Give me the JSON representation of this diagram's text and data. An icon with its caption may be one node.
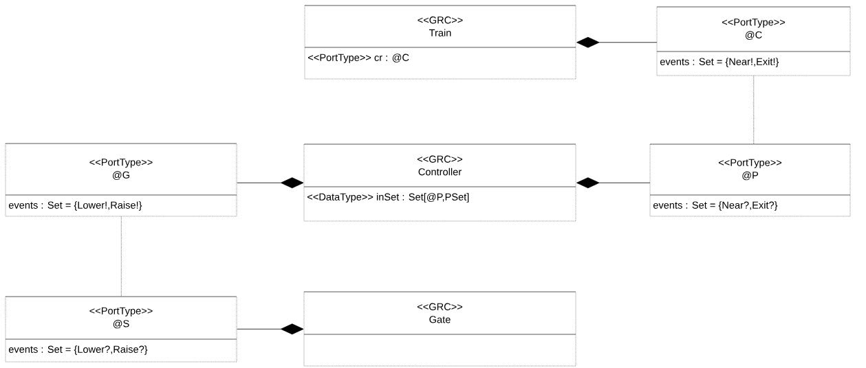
{
  "diagram": {
    "nodes": [
      {
        "text": [
          "<<GRC>>",
          "Train",
          "<<PortType>> cr : @C"
        ]
      },
      {
        "text": [
          "<<PortType>>",
          "@C",
          "events : Set = {Near!,Exit!}"
        ]
      },
      {
        "text": [
          "<<PortType>>",
          "@G",
          "events : Set = {Lower!,Raise!}"
        ]
      },
      {
        "text": [
          "<<GRC>>",
          "Controller",
          "<<DataType>> inSet : Set[@P,PSet]"
        ]
      },
      {
        "text": [
          "<<PortType>>",
          "@P",
          "events : Set = {Near?,Exit?}"
        ]
      },
      {
        "text": [
          "<<PortType>>",
          "@S",
          "events : Set = {Lower?,Raise?}"
        ]
      },
      {
        "text": [
          "<<GRC>>",
          "Gate"
        ]
      }
    ],
    "edges": [
      {
        "from": 0,
        "to": 1,
        "arrow": "other"
      },
      {
        "from": 1,
        "to": 4,
        "arrow": "none",
        "style": "dashed"
      },
      {
        "from": 3,
        "to": 2,
        "arrow": "other"
      },
      {
        "from": 3,
        "to": 4,
        "arrow": "other"
      },
      {
        "from": 2,
        "to": 5,
        "arrow": "none",
        "style": "dashed"
      },
      {
        "from": 6,
        "to": 5,
        "arrow": "other"
      }
    ]
  }
}
